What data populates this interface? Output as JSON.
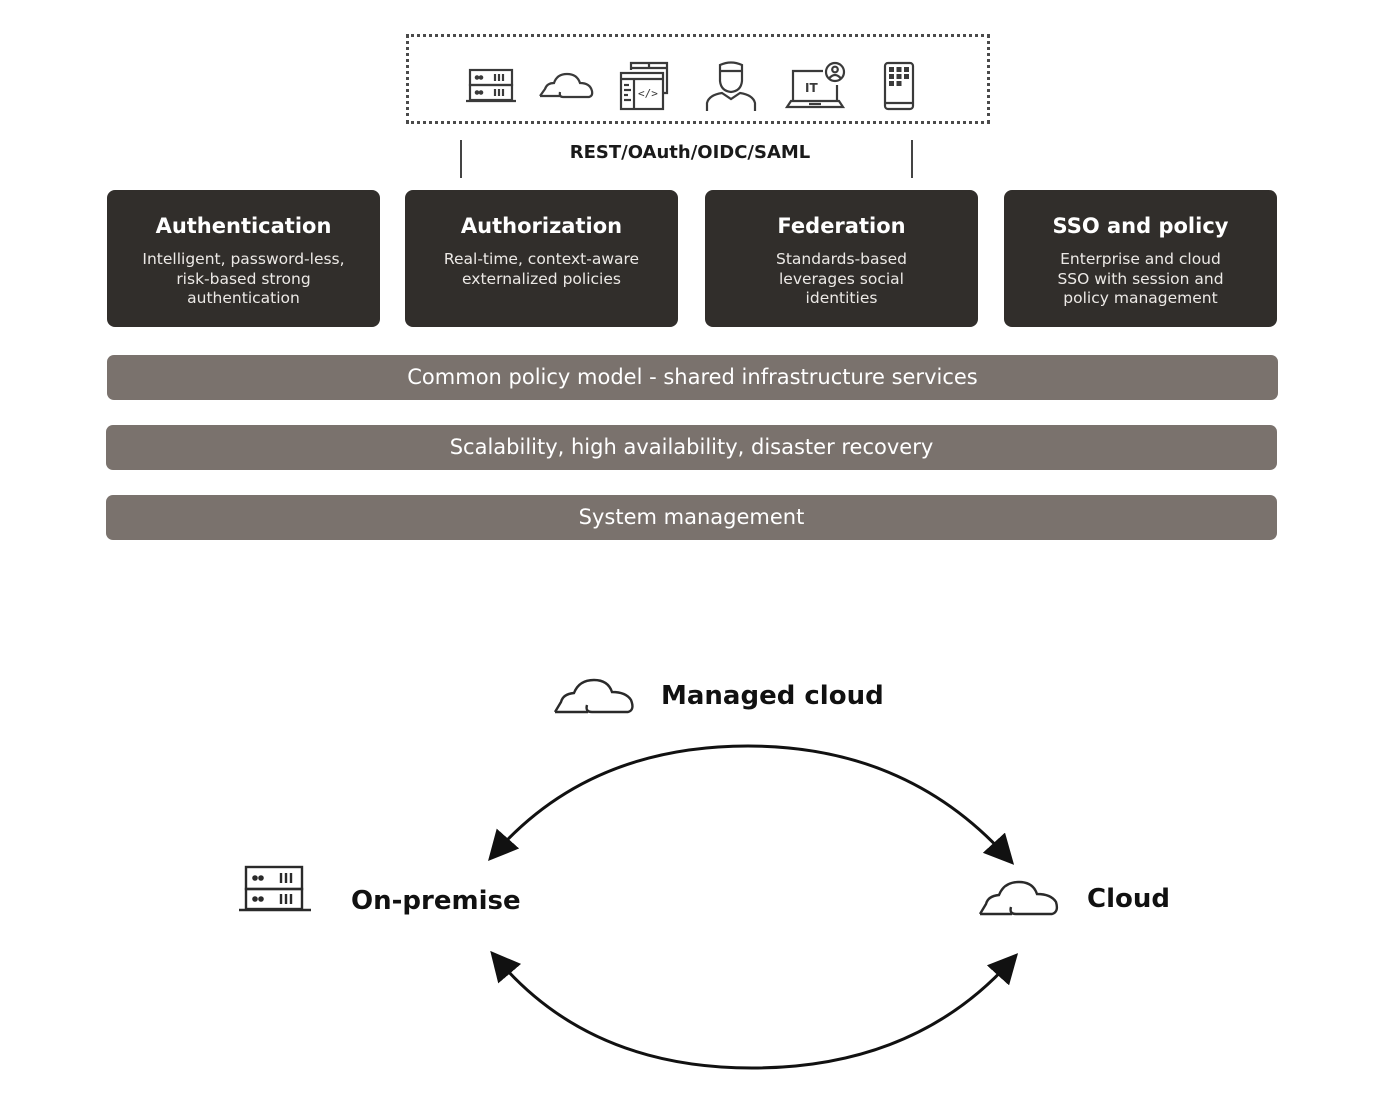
{
  "clients": {
    "icons": [
      {
        "name": "server-icon"
      },
      {
        "name": "cloud-icon"
      },
      {
        "name": "code-window-icon"
      },
      {
        "name": "user-icon"
      },
      {
        "name": "it-laptop-icon"
      },
      {
        "name": "mobile-app-icon"
      }
    ],
    "protocol_label": "REST/OAuth/OIDC/SAML"
  },
  "services": [
    {
      "title": "Authentication",
      "description": "Intelligent, password-less, risk-based strong authentication"
    },
    {
      "title": "Authorization",
      "description": "Real-time, context-aware externalized policies"
    },
    {
      "title": "Federation",
      "description": "Standards-based leverages social identities"
    },
    {
      "title": "SSO and policy",
      "description": "Enterprise and cloud SSO with session and policy management"
    }
  ],
  "layers": [
    {
      "label": "Common policy model - shared infrastructure services"
    },
    {
      "label": "Scalability, high availability, disaster recovery"
    },
    {
      "label": "System management"
    }
  ],
  "deployment": {
    "managed_cloud": "Managed cloud",
    "on_premise": "On-premise",
    "cloud": "Cloud"
  },
  "colors": {
    "card_bg": "#312e2b",
    "layer_bg": "#7a726d",
    "text_dark": "#111111"
  }
}
